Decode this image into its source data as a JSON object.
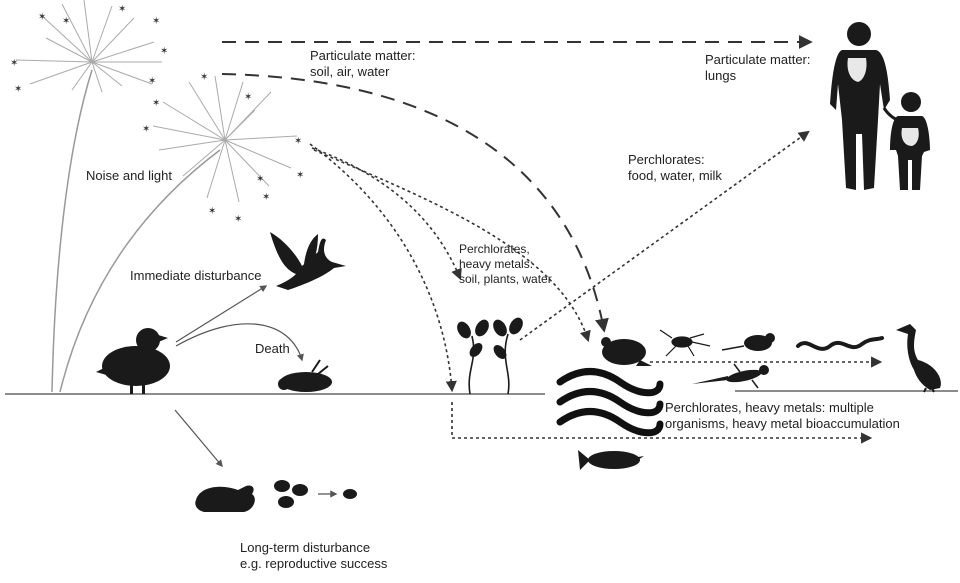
{
  "labels": {
    "particulate_soil": {
      "line1": "Particulate matter:",
      "line2": "soil, air, water"
    },
    "particulate_lungs": {
      "line1": "Particulate matter:",
      "line2": "lungs"
    },
    "noise_light": "Noise and light",
    "perchlorates_food": {
      "line1": "Perchlorates:",
      "line2": "food, water, milk"
    },
    "perchlorates_metals_soil": {
      "line1": "Perchlorates,",
      "line2": "heavy metals:",
      "line3": "soil, plants, water"
    },
    "immediate_disturbance": "Immediate disturbance",
    "death": "Death",
    "perchlorates_multiple": {
      "line1": "Perchlorates, heavy metals: multiple",
      "line2": "organisms, heavy metal bioaccumulation"
    },
    "long_term": {
      "line1": "Long-term disturbance",
      "line2": "e.g. reproductive success"
    }
  },
  "icons": {
    "fireworks": "firework-burst-icon",
    "human": "adult-and-child-icon",
    "bird_flying": "flying-bird-icon",
    "duck": "duck-icon",
    "dead_bird": "dead-bird-icon",
    "plants": "sprouting-plant-icon",
    "water": "water-waves-icon",
    "frog": "frog-icon",
    "insect": "insect-icon",
    "rodent": "rodent-icon",
    "snake": "snake-icon",
    "lizard": "lizard-icon",
    "heron": "heron-icon",
    "fish": "fish-icon",
    "nest": "nesting-bird-icon",
    "eggs": "eggs-icon"
  },
  "colors": {
    "ink": "#1a1a1a",
    "arrow": "#555555",
    "ground": "#666666"
  }
}
